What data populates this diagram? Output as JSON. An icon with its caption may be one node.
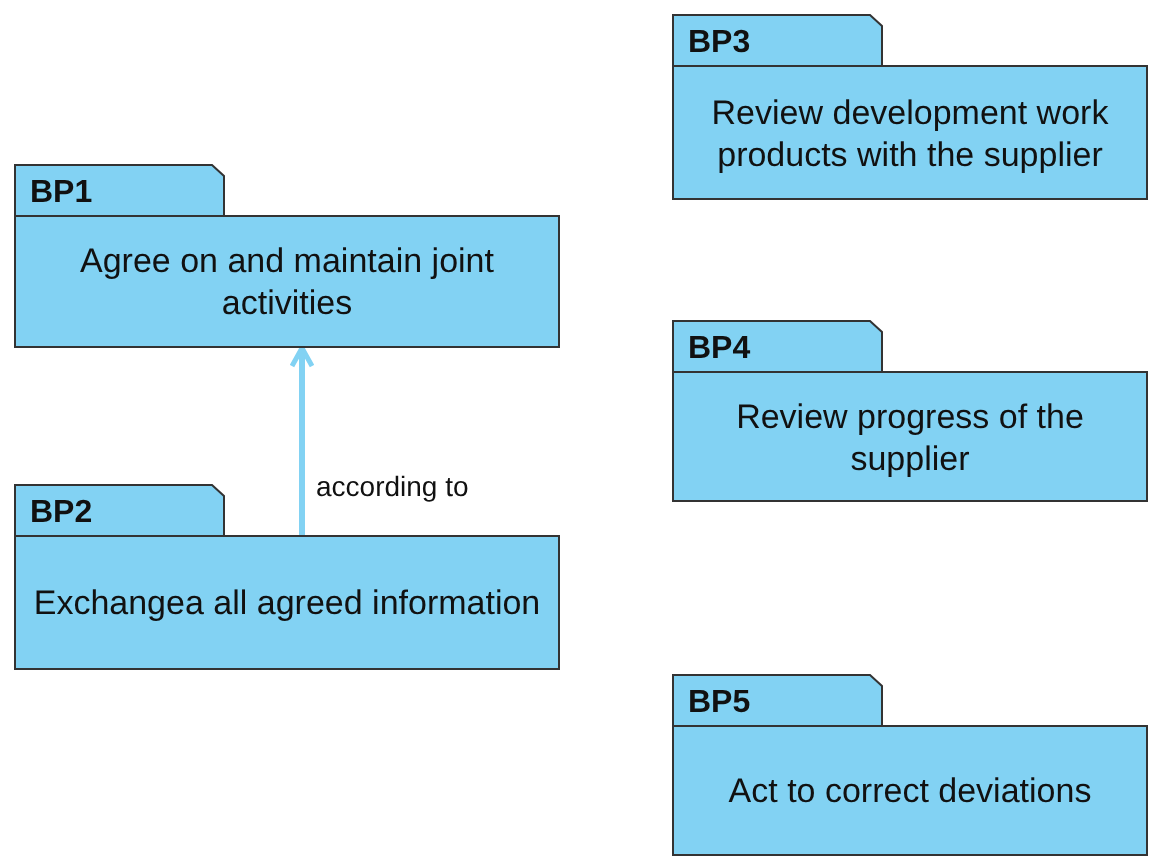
{
  "diagram": {
    "nodes": [
      {
        "text": [
          "BP1",
          "Agree on and maintain joint activities"
        ]
      },
      {
        "text": [
          "BP2",
          "Exchangea all agreed information"
        ]
      },
      {
        "text": [
          "BP3",
          "Review development work products with the supplier"
        ]
      },
      {
        "text": [
          "BP4",
          "Review progress of the supplier"
        ]
      },
      {
        "text": [
          "BP5",
          "Act to correct deviations"
        ]
      }
    ],
    "edges": [
      {
        "from": 1,
        "to": 0,
        "arrow": "to",
        "label": "according to",
        "color": "#82d2f3"
      }
    ]
  }
}
